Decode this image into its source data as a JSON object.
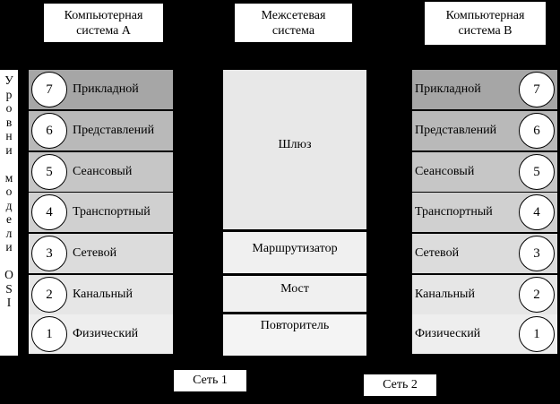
{
  "headers": {
    "system_a": "Компьютерная\nсистема А",
    "gateway_system": "Межсетевая\nсистема",
    "system_b": "Компьютерная\nсистема В"
  },
  "vertical_label": [
    "У",
    "р",
    "о",
    "в",
    "н",
    "и",
    "",
    "м",
    "о",
    "д",
    "е",
    "л",
    "и",
    "",
    "O",
    "S",
    "I"
  ],
  "layers": [
    {
      "number": "7",
      "name": "Прикладной",
      "color": "#a6a6a6"
    },
    {
      "number": "6",
      "name": "Представлений",
      "color": "#b9b9b9"
    },
    {
      "number": "5",
      "name": "Сеансовый",
      "color": "#c6c6c6"
    },
    {
      "number": "4",
      "name": "Транспортный",
      "color": "#d0d0d0"
    },
    {
      "number": "3",
      "name": "Сетевой",
      "color": "#dcdcdc"
    },
    {
      "number": "2",
      "name": "Канальный",
      "color": "#e6e6e6"
    },
    {
      "number": "1",
      "name": "Физический",
      "color": "#eeeeee"
    }
  ],
  "interconnect_devices": {
    "gateway": "Шлюз",
    "router": "Маршрутизатор",
    "bridge": "Мост",
    "repeater": "Повторитель"
  },
  "networks": {
    "net1": "Сеть 1",
    "net2": "Сеть 2"
  },
  "colors": {
    "background": "#000000",
    "box": "#ffffff",
    "gateway_fill": "#e8e8e8",
    "router_fill": "#f0f0f0",
    "bridge_fill": "#f0f0f0",
    "repeater_fill": "#f4f4f4"
  }
}
